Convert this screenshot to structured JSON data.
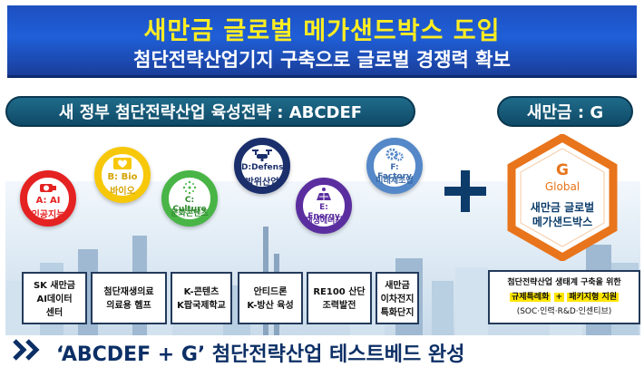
{
  "header": {
    "title": "새만금 글로벌 메가샌드박스 도입",
    "subtitle": "첨단전략산업기지 구축으로 글로벌 경쟁력 확보"
  },
  "left_pill": "새 정부 첨단전략산업 육성전략 : ABCDEF",
  "right_pill": "새만금 : G",
  "sectors": [
    {
      "line1": "A: AI",
      "line2": "인공지능",
      "color": "#e52222",
      "icon": "camera-icon"
    },
    {
      "line1": "B: Bio",
      "line2": "바이오",
      "color": "#f7c80a",
      "icon": "heart-monitor-icon"
    },
    {
      "line1": "C: Culture",
      "line2": "문화콘텐츠",
      "color": "#49b547",
      "icon": "sparkle-icon"
    },
    {
      "line1": "D:Defense",
      "line2": "방위산업",
      "color": "#1a2f6b",
      "icon": "drone-icon"
    },
    {
      "line1": "E: Energy",
      "line2": "재생에너지",
      "color": "#5b2ea0",
      "icon": "solar-panel-icon"
    },
    {
      "line1": "F: Factory",
      "line2": "미래제조업",
      "color": "#5588c8",
      "icon": "gears-icon"
    }
  ],
  "global": {
    "letter": "G",
    "word": "Global",
    "line1": "새만금 글로벌",
    "line2": "메가샌드박스",
    "color": "#e8741b"
  },
  "boxes": [
    {
      "t1": "SK 새만금",
      "t2": "AI데이터",
      "t3": "센터"
    },
    {
      "t1": "첨단재생의료",
      "t2": "의료용 헴프",
      "t3": ""
    },
    {
      "t1": "K-콘텐츠",
      "t2": "K팝국제학교",
      "t3": ""
    },
    {
      "t1": "안티드론",
      "t2": "K-방산 육성",
      "t3": ""
    },
    {
      "t1": "RE100 산단",
      "t2": "조력발전",
      "t3": ""
    },
    {
      "t1": "새만금",
      "t2": "이차전지",
      "t3": "특화단지"
    }
  ],
  "global_box": {
    "line1": "첨단전략산업 생태계 구축을 위한",
    "line2a": "규제특례화",
    "line2b": "+",
    "line2c": "패키지형 지원",
    "line3": "(SOC·인력·R&D·인센티브)"
  },
  "footer": "‘ABCDEF + G’ 첨단전략산업 테스트베드 완성"
}
